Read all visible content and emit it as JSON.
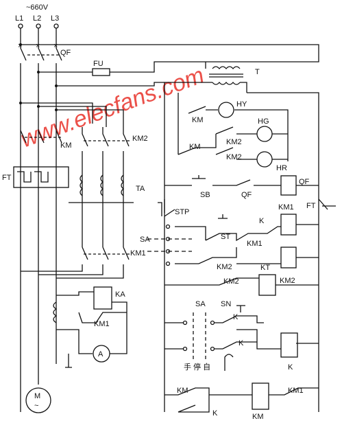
{
  "watermark": "www.elecfans.com",
  "labels": {
    "voltage": "~660V",
    "l1": "L1",
    "l2": "L2",
    "l3": "L3",
    "qf_main": "QF",
    "qf": "QF",
    "fu": "FU",
    "t": "T",
    "km": "KM",
    "km1": "KM1",
    "km2": "KM2",
    "ft": "FT",
    "ta": "TA",
    "ka": "KA",
    "ammeter": "A",
    "motor": "M",
    "hy": "HY",
    "hg": "HG",
    "hr": "HR",
    "sb": "SB",
    "stp": "STP",
    "sa": "SA",
    "st": "ST",
    "k": "K",
    "kt": "KT",
    "sn": "SN",
    "sa_positions": "手 停 自"
  }
}
